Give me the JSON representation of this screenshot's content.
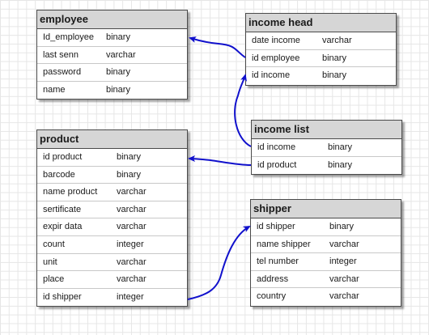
{
  "colors": {
    "header_bg": "#d6d6d6",
    "border": "#4a4a4a",
    "connector": "#1111cc",
    "grid": "#e6e6e6"
  },
  "tables": {
    "employee": {
      "title": "employee",
      "fields": [
        {
          "name": "Id_employee",
          "type": "binary"
        },
        {
          "name": "last senn",
          "type": "varchar"
        },
        {
          "name": "password",
          "type": "binary"
        },
        {
          "name": "name",
          "type": "binary"
        }
      ]
    },
    "income_head": {
      "title": "income head",
      "fields": [
        {
          "name": "date income",
          "type": "varchar"
        },
        {
          "name": "id employee",
          "type": "binary"
        },
        {
          "name": "id income",
          "type": "binary"
        }
      ]
    },
    "income_list": {
      "title": "income list",
      "fields": [
        {
          "name": "id income",
          "type": "binary"
        },
        {
          "name": "id product",
          "type": "binary"
        }
      ]
    },
    "product": {
      "title": "product",
      "fields": [
        {
          "name": "id product",
          "type": "binary"
        },
        {
          "name": "barcode",
          "type": "binary"
        },
        {
          "name": "name product",
          "type": "varchar"
        },
        {
          "name": "sertificate",
          "type": "varchar"
        },
        {
          "name": "expir data",
          "type": "varchar"
        },
        {
          "name": "count",
          "type": "integer"
        },
        {
          "name": "unit",
          "type": "varchar"
        },
        {
          "name": "place",
          "type": "varchar"
        },
        {
          "name": "id shipper",
          "type": "integer"
        }
      ]
    },
    "shipper": {
      "title": "shipper",
      "fields": [
        {
          "name": "id shipper",
          "type": "binary"
        },
        {
          "name": "name shipper",
          "type": "varchar"
        },
        {
          "name": "tel number",
          "type": "integer"
        },
        {
          "name": "address",
          "type": "varchar"
        },
        {
          "name": "country",
          "type": "varchar"
        }
      ]
    }
  },
  "relations": [
    {
      "from": "income_head.id employee",
      "to": "employee.Id_employee"
    },
    {
      "from": "income_list.id income",
      "to": "income_head.id income"
    },
    {
      "from": "income_list.id product",
      "to": "product.id product"
    },
    {
      "from": "product.id shipper",
      "to": "shipper.id shipper"
    }
  ]
}
